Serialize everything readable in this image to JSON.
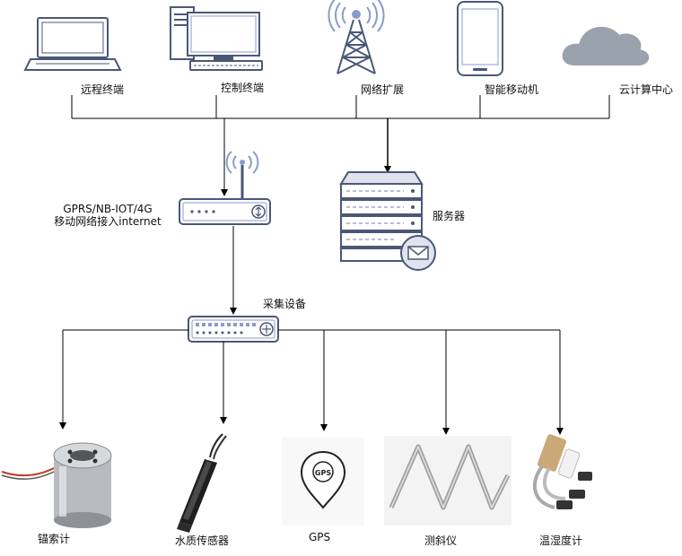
{
  "top_devices": {
    "remote_terminal": "远程终端",
    "control_terminal": "控制终端",
    "network_extension": "网络扩展",
    "smartphone": "智能移动机",
    "cloud_center": "云计算中心"
  },
  "gateway": {
    "label_line1": "GPRS/NB-IOT/4G",
    "label_line2": "移动网络接入internet"
  },
  "server": {
    "label": "服务器"
  },
  "collector": {
    "label": "采集设备"
  },
  "gps_badge": "GPS",
  "sensors": {
    "anchor_meter": "锚索计",
    "water_quality_sensor": "水质传感器",
    "gps": "GPS",
    "inclinometer": "测斜仪",
    "thermo_hygrometer": "温湿度计"
  },
  "colors": {
    "icon_blue": "#8a9bcb",
    "icon_dark": "#4a5876",
    "line": "#000000",
    "cloud": "#9aa3ad"
  }
}
